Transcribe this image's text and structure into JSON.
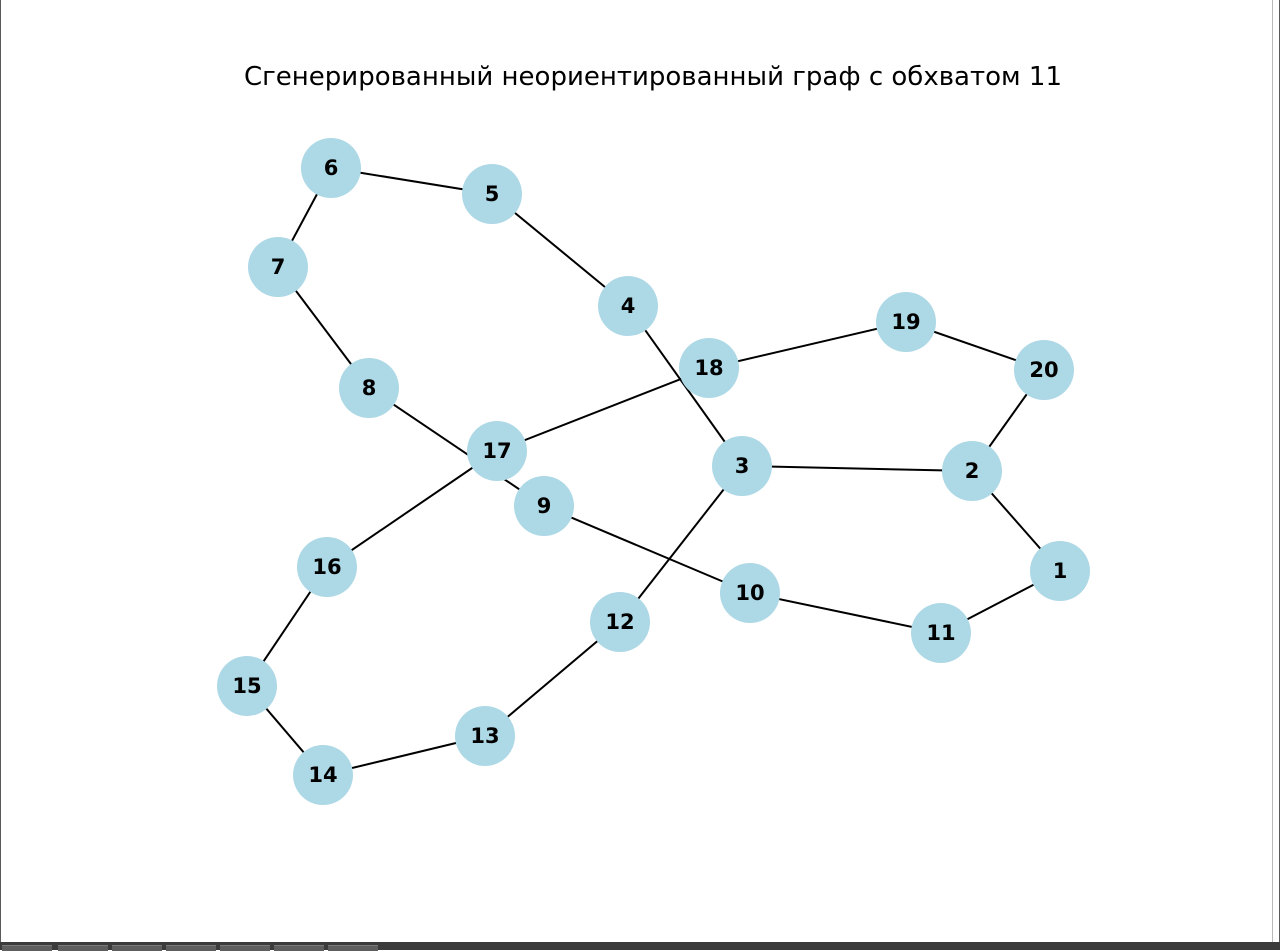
{
  "title": "Сгенерированный неориентированный граф с обхватом 11",
  "colors": {
    "node_fill": "#add8e6",
    "edge_stroke": "#000000",
    "label": "#000000",
    "background": "#ffffff"
  },
  "graph": {
    "nodes": [
      "1",
      "2",
      "3",
      "4",
      "5",
      "6",
      "7",
      "8",
      "9",
      "10",
      "11",
      "12",
      "13",
      "14",
      "15",
      "16",
      "17",
      "18",
      "19",
      "20"
    ],
    "edges": [
      [
        "6",
        "5"
      ],
      [
        "6",
        "7"
      ],
      [
        "5",
        "4"
      ],
      [
        "7",
        "8"
      ],
      [
        "4",
        "3"
      ],
      [
        "8",
        "9"
      ],
      [
        "18",
        "19"
      ],
      [
        "19",
        "20"
      ],
      [
        "20",
        "2"
      ],
      [
        "18",
        "17"
      ],
      [
        "3",
        "2"
      ],
      [
        "2",
        "1"
      ],
      [
        "17",
        "16"
      ],
      [
        "3",
        "12"
      ],
      [
        "9",
        "10"
      ],
      [
        "10",
        "11"
      ],
      [
        "11",
        "1"
      ],
      [
        "16",
        "15"
      ],
      [
        "12",
        "13"
      ],
      [
        "15",
        "14"
      ],
      [
        "14",
        "13"
      ]
    ]
  }
}
